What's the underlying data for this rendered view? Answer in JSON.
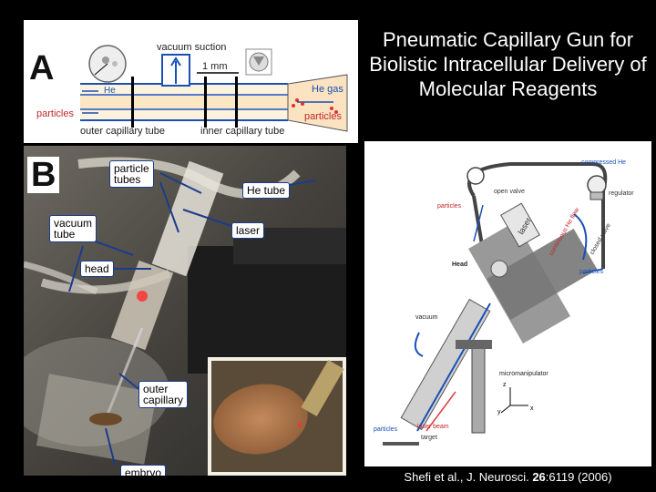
{
  "title": "Pneumatic Capillary Gun for Biolistic Intracellular Delivery of Molecular Reagents",
  "citation": {
    "prefix": "Shefi et al., J. Neurosci. ",
    "volume": "26",
    "suffix": ":6119 (2006)"
  },
  "panel_a": {
    "letter": "A",
    "vacuum_suction": "vacuum suction",
    "scale": "1 mm",
    "he": "He",
    "he_gas": "He gas",
    "particles_left": "particles",
    "particles_right": "particles",
    "outer_tube": "outer capillary tube",
    "inner_tube": "inner capillary tube"
  },
  "panel_b": {
    "letter": "B",
    "callouts": {
      "particle_tubes": "particle\ntubes",
      "he_tube": "He tube",
      "vacuum_tube": "vacuum\ntube",
      "laser": "laser",
      "head": "head",
      "outer_capillary": "outer\ncapillary",
      "embryo": "embryo"
    }
  },
  "diagram": {
    "compressed_he": "compressed He",
    "regulator": "regulator",
    "open_valve": "open valve",
    "particles_top": "particles",
    "laser": "laser",
    "continuous_he_flow": "continuous He flow",
    "closed_valve": "closed valve",
    "head": "Head",
    "particles_right": "particles",
    "vacuum": "vacuum",
    "micromanipulator": "micromanipulator",
    "axis_z": "z",
    "axis_y": "y",
    "axis_x": "x",
    "particles_bottom": "particles",
    "laser_beam": "laser beam",
    "target": "target"
  }
}
